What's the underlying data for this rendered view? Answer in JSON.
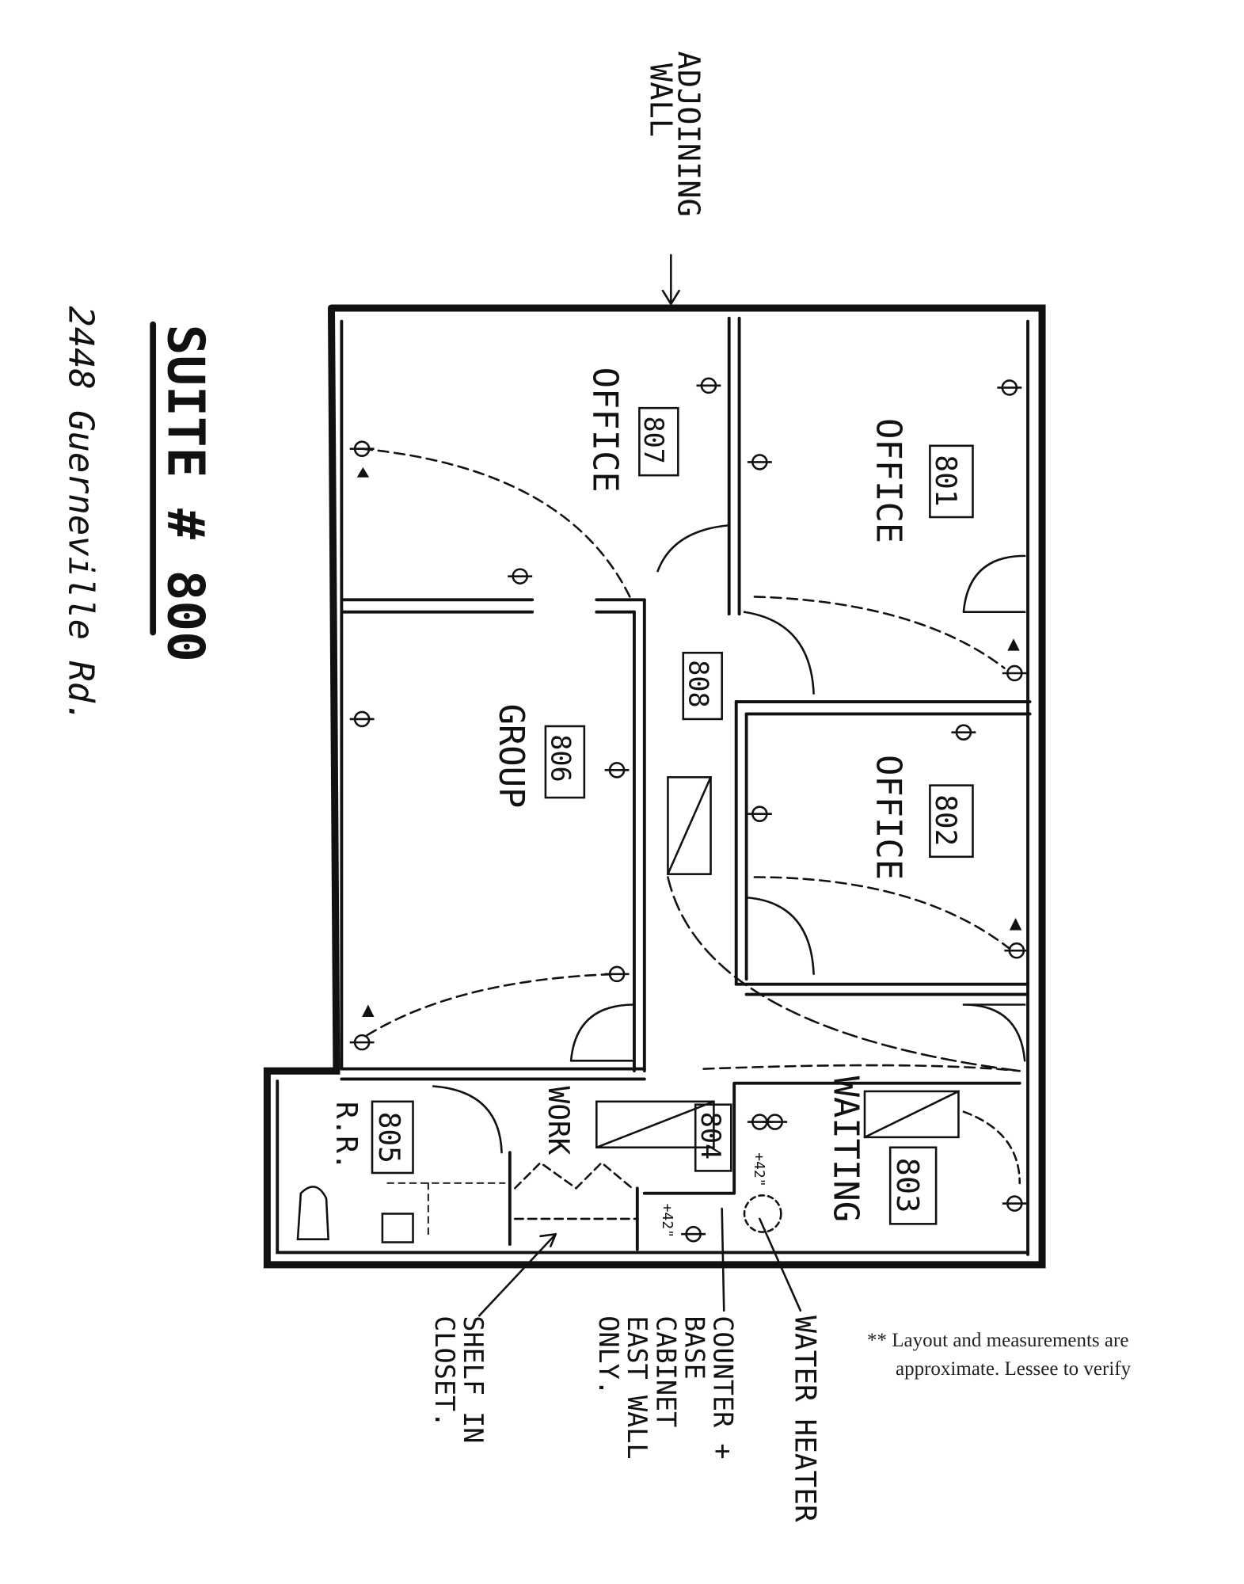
{
  "title": "SUITE # 800",
  "address": "2448 Guerneville Rd.",
  "adjoining_wall": {
    "line1": "ADJOINING",
    "line2": "WALL"
  },
  "rooms": [
    {
      "number": "807",
      "name": "OFFICE"
    },
    {
      "number": "801",
      "name": "OFFICE"
    },
    {
      "number": "808",
      "name": ""
    },
    {
      "number": "806",
      "name": "GROUP"
    },
    {
      "number": "802",
      "name": "OFFICE"
    },
    {
      "number": "803",
      "name": "WAITING"
    },
    {
      "number": "804",
      "name": "WORK"
    },
    {
      "number": "805",
      "name": "R.R."
    }
  ],
  "callouts": {
    "water_heater": "WATER HEATER",
    "counter": [
      "COUNTER +",
      "BASE",
      "CABINET",
      "EAST WALL",
      "ONLY."
    ],
    "shelf": [
      "SHELF IN",
      "CLOSET."
    ]
  },
  "heights": {
    "h1": "+42\"",
    "h2": "+42\""
  },
  "note": {
    "line1": "** Layout and measurements are",
    "line2": "approximate. Lessee to verify"
  }
}
